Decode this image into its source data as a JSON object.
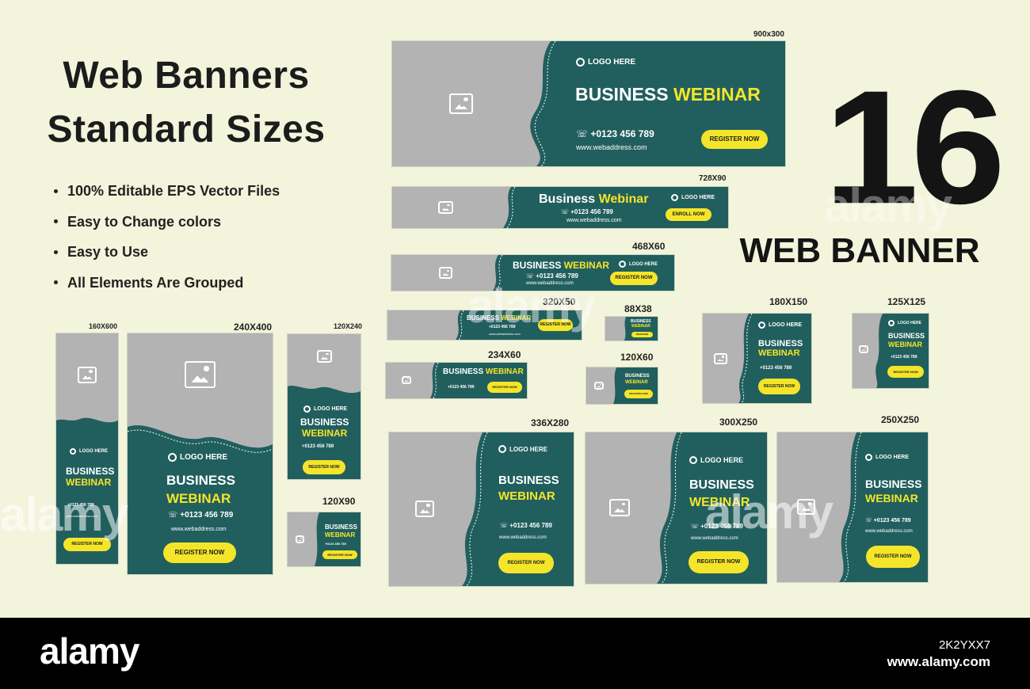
{
  "heading": {
    "line1": "Web Banners",
    "line2": "Standard Sizes"
  },
  "features": [
    "100% Editable EPS Vector Files",
    "Easy to Change colors",
    "Easy to Use",
    "All Elements Are Grouped"
  ],
  "count": "16",
  "count_label": "WEB BANNER",
  "size_labels": {
    "s900x300": "900x300",
    "s728x90": "728X90",
    "s468x60": "468X60",
    "s320x50": "320X50",
    "s88x38": "88X38",
    "s180x150": "180X150",
    "s125x125": "125X125",
    "s234x60": "234X60",
    "s120x60": "120X60",
    "s160x600": "160X600",
    "s240x400": "240X400",
    "s120x240": "120X240",
    "s120x90": "120X90",
    "s336x280": "336X280",
    "s300x250": "300X250",
    "s250x250": "250X250"
  },
  "banner": {
    "logo": "LOGO HERE",
    "title_upper_white": "BUSINESS",
    "title_upper_yellow": "WEBINAR",
    "title_mixed_white": "Business",
    "title_mixed_yellow": "Webinar",
    "phone": "+0123 456 789",
    "website": "www.webaddress.com",
    "register": "REGISTER NOW",
    "enroll": "ENROLL NOW",
    "register_short": "REGISTER"
  },
  "watermark": {
    "text": "alamy",
    "id": "2K2YXX7",
    "url": "www.alamy.com"
  },
  "colors": {
    "background": "#f3f4dc",
    "banner_teal": "#215f5e",
    "accent_yellow": "#f5e52a",
    "image_gray": "#b3b3b3"
  }
}
